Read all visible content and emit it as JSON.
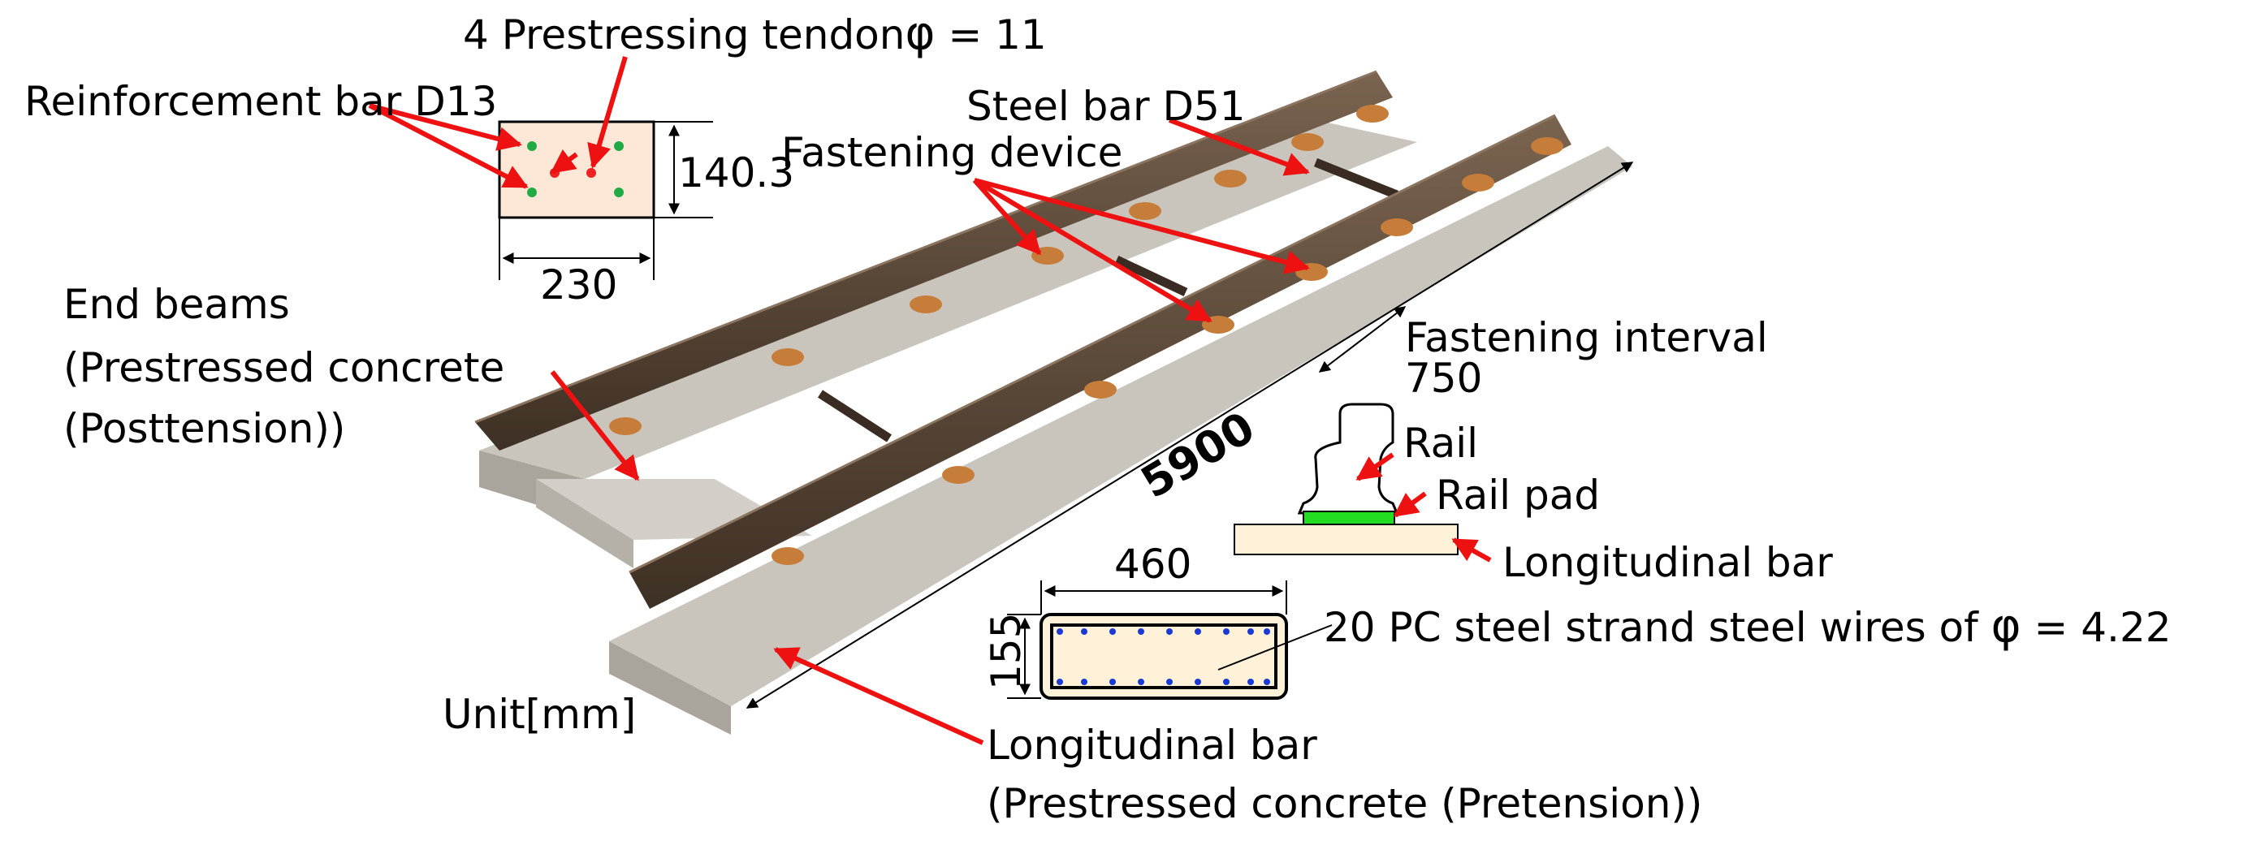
{
  "labels": {
    "tendon": "4 Prestressing tendon",
    "tendon_phi": "φ",
    "tendon_val": " = 11",
    "reinforcement": "Reinforcement bar D13",
    "steel_bar": "Steel bar D51",
    "fastening_device": "Fastening device",
    "end_beams_1": "End beams",
    "end_beams_2": "(Prestressed concrete",
    "end_beams_3": "(Posttension))",
    "fastening_interval": "Fastening interval",
    "fastening_interval_val": "750",
    "total_length": "5900",
    "rail": "Rail",
    "rail_pad": "Rail pad",
    "longitudinal_bar_small": "Longitudinal bar",
    "pc_strand": "20 PC steel strand steel wires of ",
    "pc_strand_phi": "φ",
    "pc_strand_val": " = 4.22",
    "unit": "Unit[mm]",
    "long_bar_1": "Longitudinal bar",
    "long_bar_2": "(Prestressed concrete (Pretension))"
  },
  "dimensions": {
    "end_beam_height": "140.3",
    "end_beam_width": "230",
    "long_bar_width": "460",
    "long_bar_height": "155"
  },
  "colors": {
    "arrow": "#ee1111",
    "concrete": "#c9c5bd",
    "rail": "#5a4a3a",
    "section_fill": "#fff2d9",
    "rail_pad": "#22dd22",
    "tendon_dot": "#ee2222",
    "rebar_dot": "#22aa44",
    "strand_dot": "#1a3ad6"
  }
}
